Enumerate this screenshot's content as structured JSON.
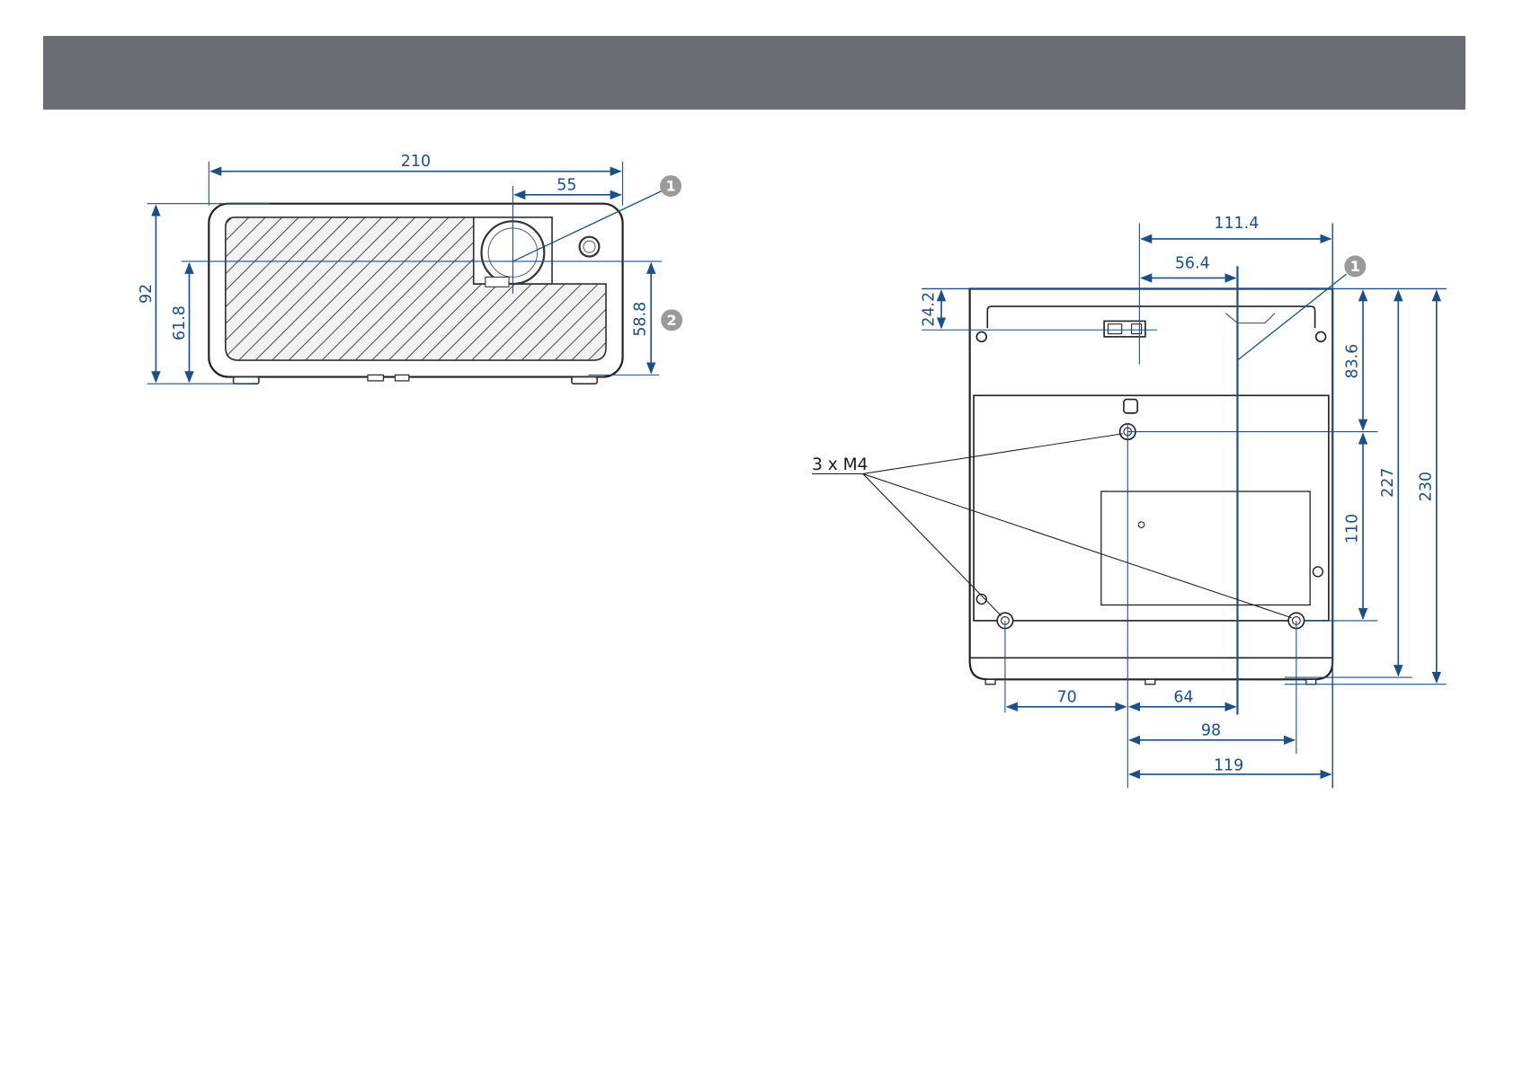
{
  "header": {
    "color": "#6a6d73"
  },
  "front_view": {
    "width": "210",
    "lens_offset": "55",
    "height": "92",
    "lens_height": "61.8",
    "mount_height": "58.8",
    "callout_1": "1",
    "callout_2": "2"
  },
  "bottom_view": {
    "dim_111_4": "111.4",
    "dim_56_4": "56.4",
    "dim_24_2": "24.2",
    "dim_83_6": "83.6",
    "dim_110": "110",
    "dim_227": "227",
    "dim_230": "230",
    "dim_70": "70",
    "dim_64": "64",
    "dim_98": "98",
    "dim_119": "119",
    "screw_label": "3 x M4",
    "callout_1": "1"
  },
  "colors": {
    "dimension": "#1a4f8a",
    "outline": "#222222",
    "callout": "#9a9a9a"
  }
}
